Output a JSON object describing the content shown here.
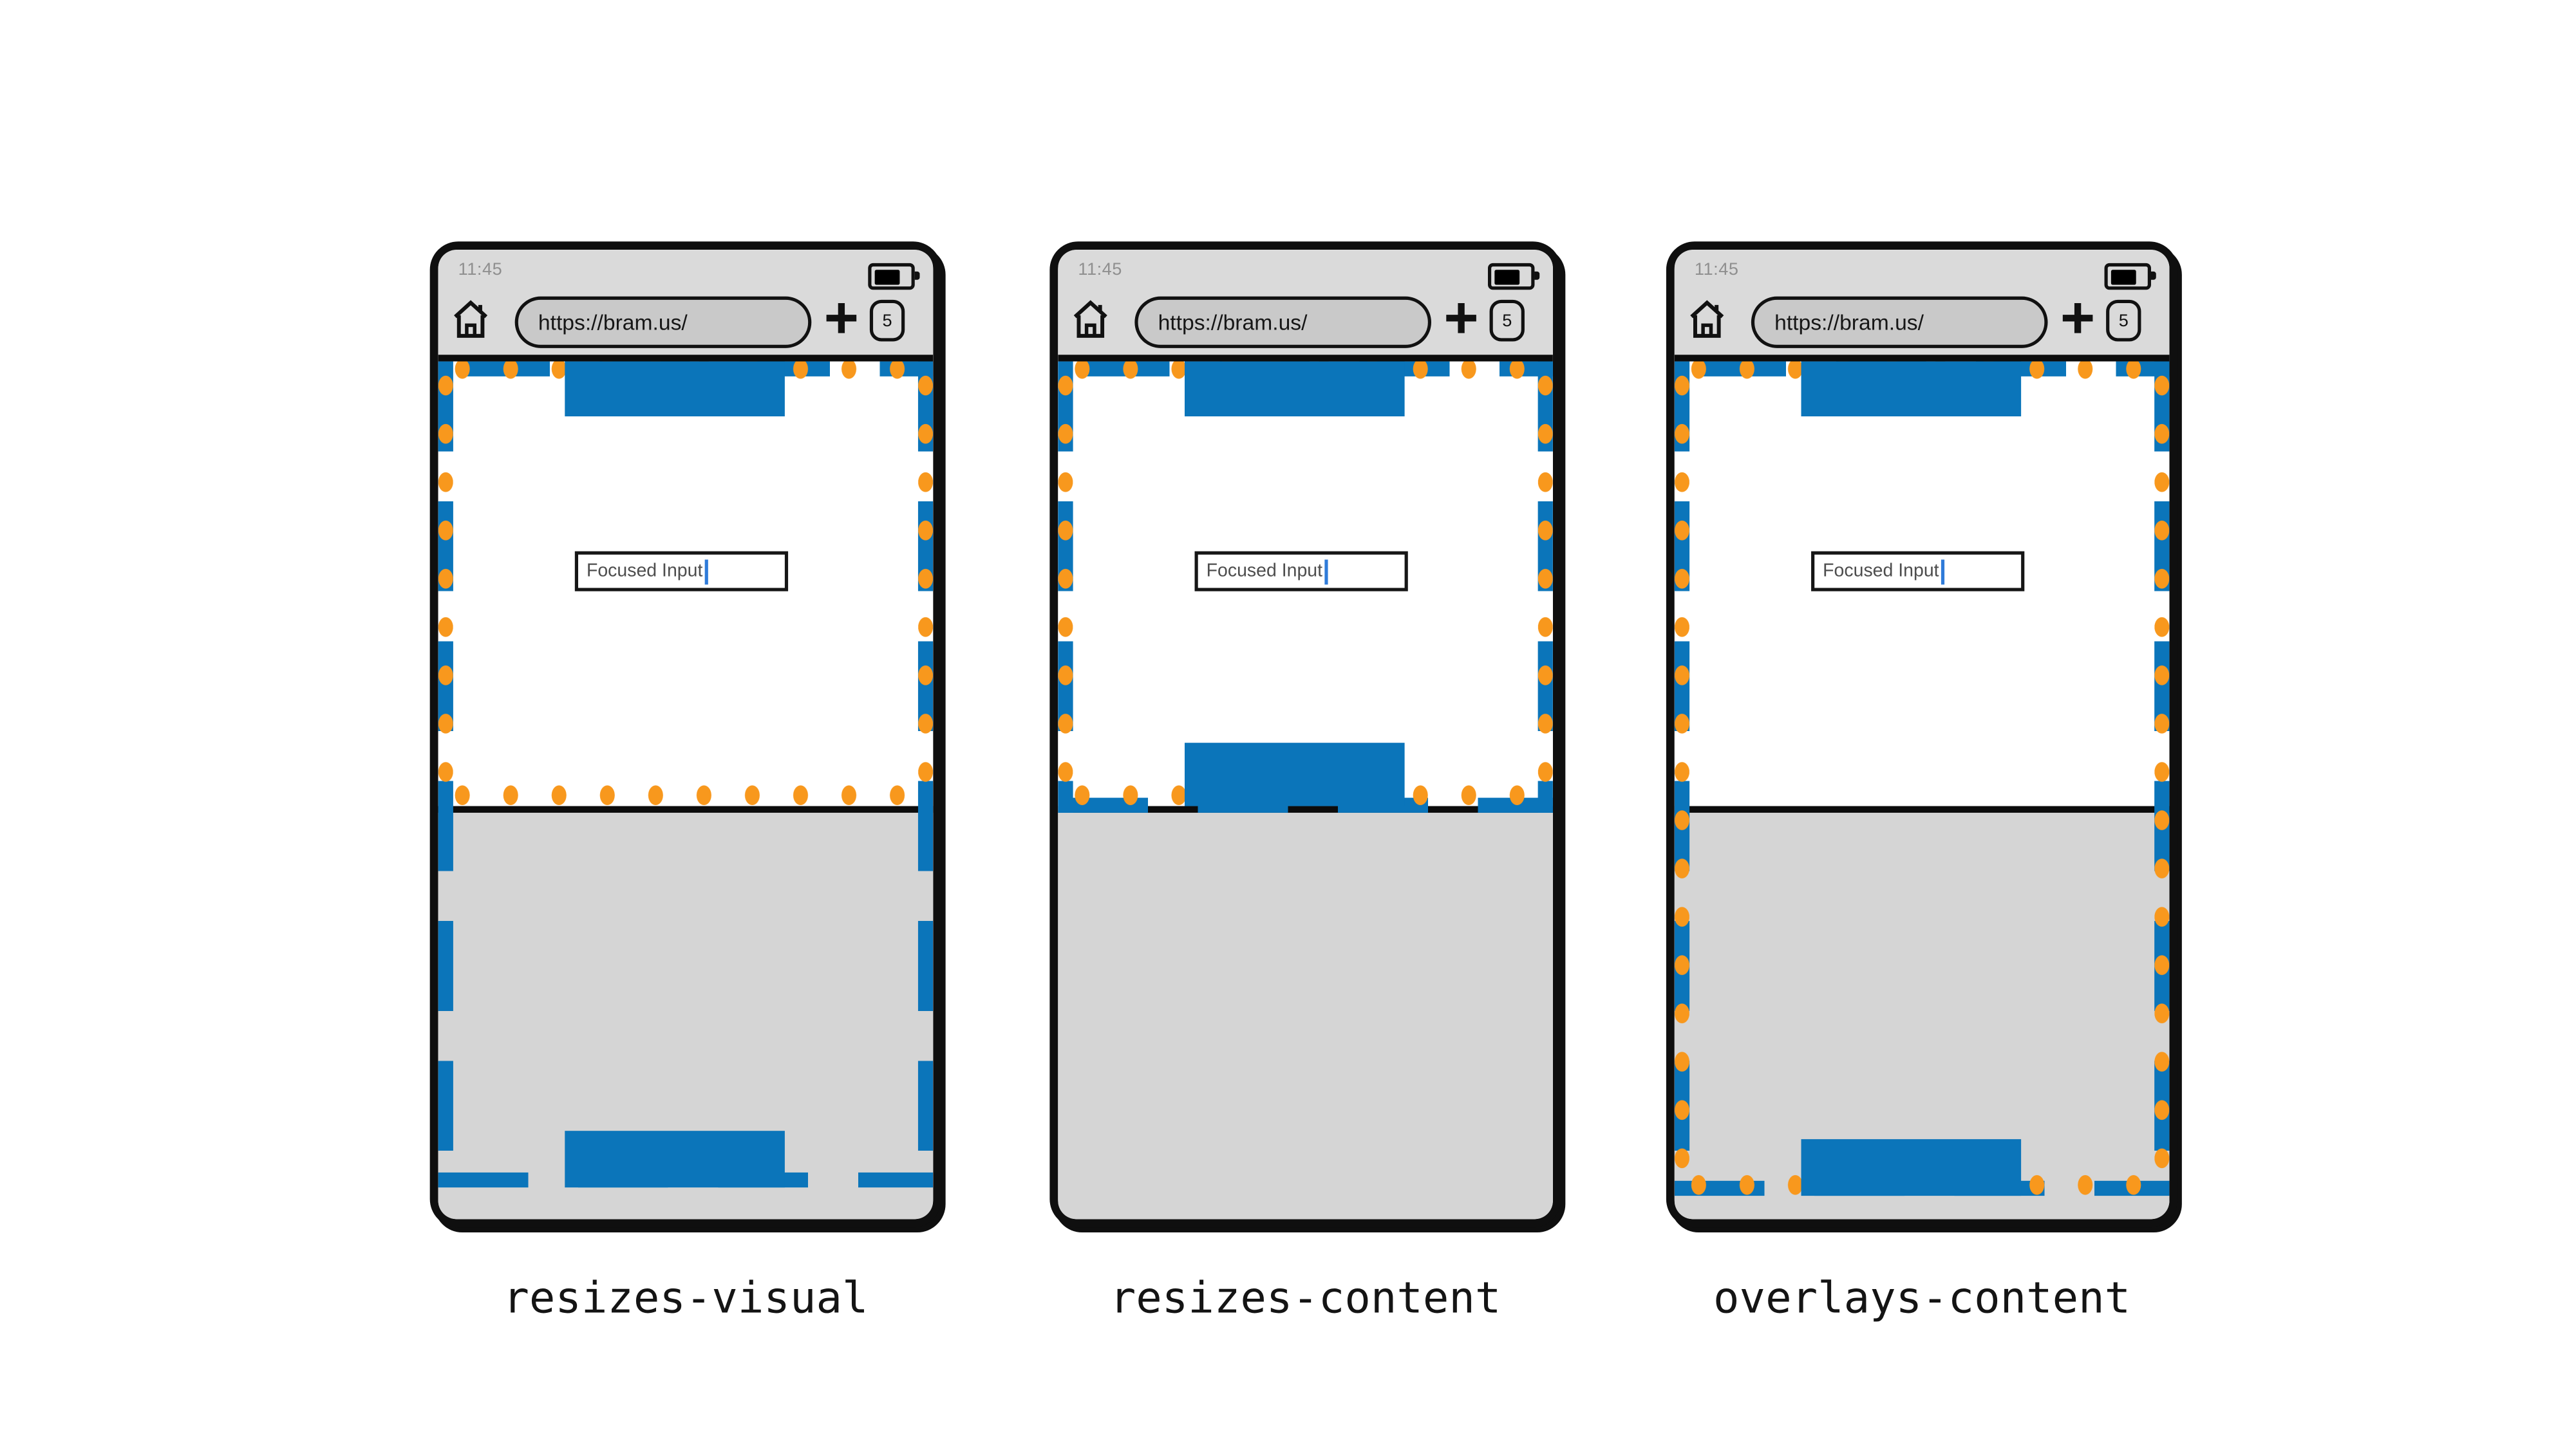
{
  "chrome": {
    "time": "11:45",
    "url": "https://bram.us/",
    "tab_count": "5"
  },
  "page": {
    "input_value": "Focused Input"
  },
  "variants": [
    {
      "label": "resizes-visual"
    },
    {
      "label": "resizes-content"
    },
    {
      "label": "overlays-content"
    }
  ],
  "icons": {
    "home_icon": "house-outline",
    "battery_icon": "battery-full",
    "new_tab_icon": "plus",
    "tab_counter_icon": "rounded-square",
    "text_caret": "vertical-bar"
  },
  "colors": {
    "layout_blue": "#0b75ba",
    "visual_orange": "#f8981d",
    "keyboard_gray": "#d5d5d5",
    "chrome_gray": "#dadada",
    "pill_gray": "#c9c9c9",
    "time_gray": "#8f8f8f",
    "caret_blue": "#2f7bd9",
    "input_text": "#4d4d4d",
    "frame_black": "#0f0f0f"
  }
}
